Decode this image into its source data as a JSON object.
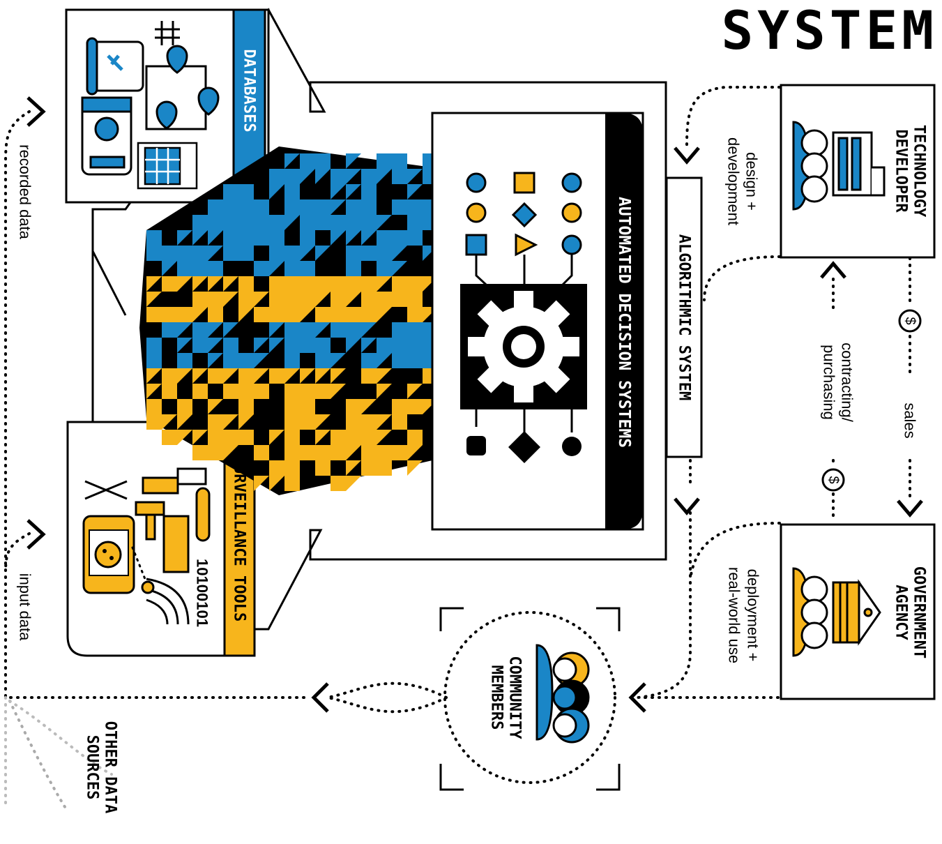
{
  "title": "SYSTEM",
  "colors": {
    "blue": "#1a86c7",
    "yellow": "#f7b51c",
    "black": "#000000",
    "white": "#ffffff"
  },
  "panels": {
    "automated": "AUTOMATED DECISION SYSTEMS",
    "databases": "DATABASES",
    "surveillance": "SURVEILLANCE TOOLS",
    "algorithmic": "ALGORITHMIC SYSTEM",
    "binary": "10100101"
  },
  "actors": {
    "developer": [
      "TECHNOLOGY",
      "DEVELOPER"
    ],
    "government": [
      "GOVERNMENT",
      "AGENCY"
    ],
    "community": [
      "COMMUNITY",
      "MEMBERS"
    ],
    "other_sources": [
      "OTHER DATA",
      "SOURCES"
    ]
  },
  "flows": {
    "design": [
      "design +",
      "development"
    ],
    "contracting": [
      "contracting/",
      "purchasing"
    ],
    "sales": "sales",
    "deployment": [
      "deployment +",
      "real-world use"
    ],
    "recorded": "recorded data",
    "input": "input data",
    "currency": "$"
  },
  "icons": [
    "gavel-document-icon",
    "hashtag-icon",
    "map-pin-icon",
    "dashboard-icon",
    "grid-document-icon",
    "cctv-camera-icon",
    "phone-cookie-icon",
    "wifi-signal-icon",
    "gear-icon",
    "office-building-icon",
    "government-building-icon",
    "people-icon"
  ]
}
